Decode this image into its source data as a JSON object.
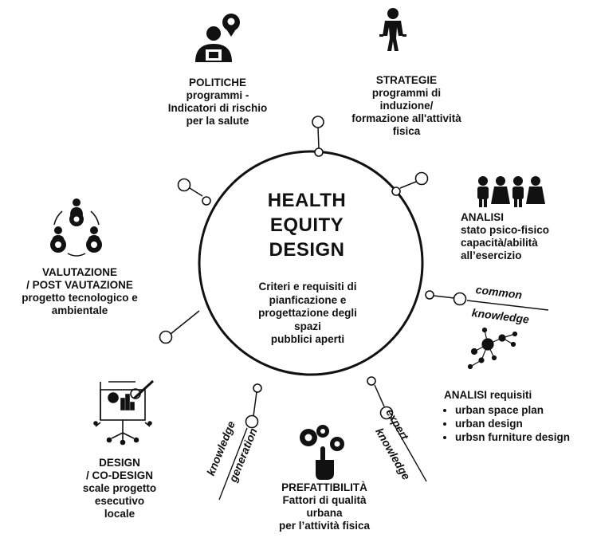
{
  "center": {
    "title": [
      "HEALTH",
      "EQUITY",
      "DESIGN"
    ],
    "subtitle": [
      "Criteri e requisiti di",
      "pianficazione e",
      "progettazione degli",
      "spazi",
      "pubblici aperti"
    ]
  },
  "politiche": [
    "POLITICHE",
    "programmi -",
    "Indicatori di rischio",
    "per la salute"
  ],
  "strategie": [
    "STRATEGIE",
    "programmi di",
    "induzione/",
    "formazione all'attività",
    "fisica"
  ],
  "analisi_stato": [
    "ANALISI",
    "stato psico-fisico",
    "capacità/abilità",
    "all’esercizio"
  ],
  "valutazione": [
    "VALUTAZIONE",
    "/ POST VAUTAZIONE",
    "progetto tecnologico e",
    "ambientale"
  ],
  "analisi_requisiti": {
    "title": "ANALISI  requisiti",
    "items": [
      "urban space plan",
      "urban design",
      "urbsn furniture design"
    ]
  },
  "design": [
    "DESIGN",
    "/ CO-DESIGN",
    "scale progetto",
    "esecutivo",
    "locale"
  ],
  "prefattibilita": [
    "PREFATTIBILITÀ",
    "Fattori di qualità",
    "urbana",
    "per l’attività fisica"
  ],
  "knowledge_labels": {
    "common": "common",
    "common_knowledge": "knowledge",
    "expert": "expert",
    "expert_knowledge": "knowledge",
    "generation_knowledge": "knowledge",
    "generation": "generation"
  },
  "icons": [
    "person-pin-icon",
    "runner-icon",
    "group-people-icon",
    "team-cycle-icon",
    "network-icon",
    "design-board-icon",
    "gears-hand-icon"
  ]
}
